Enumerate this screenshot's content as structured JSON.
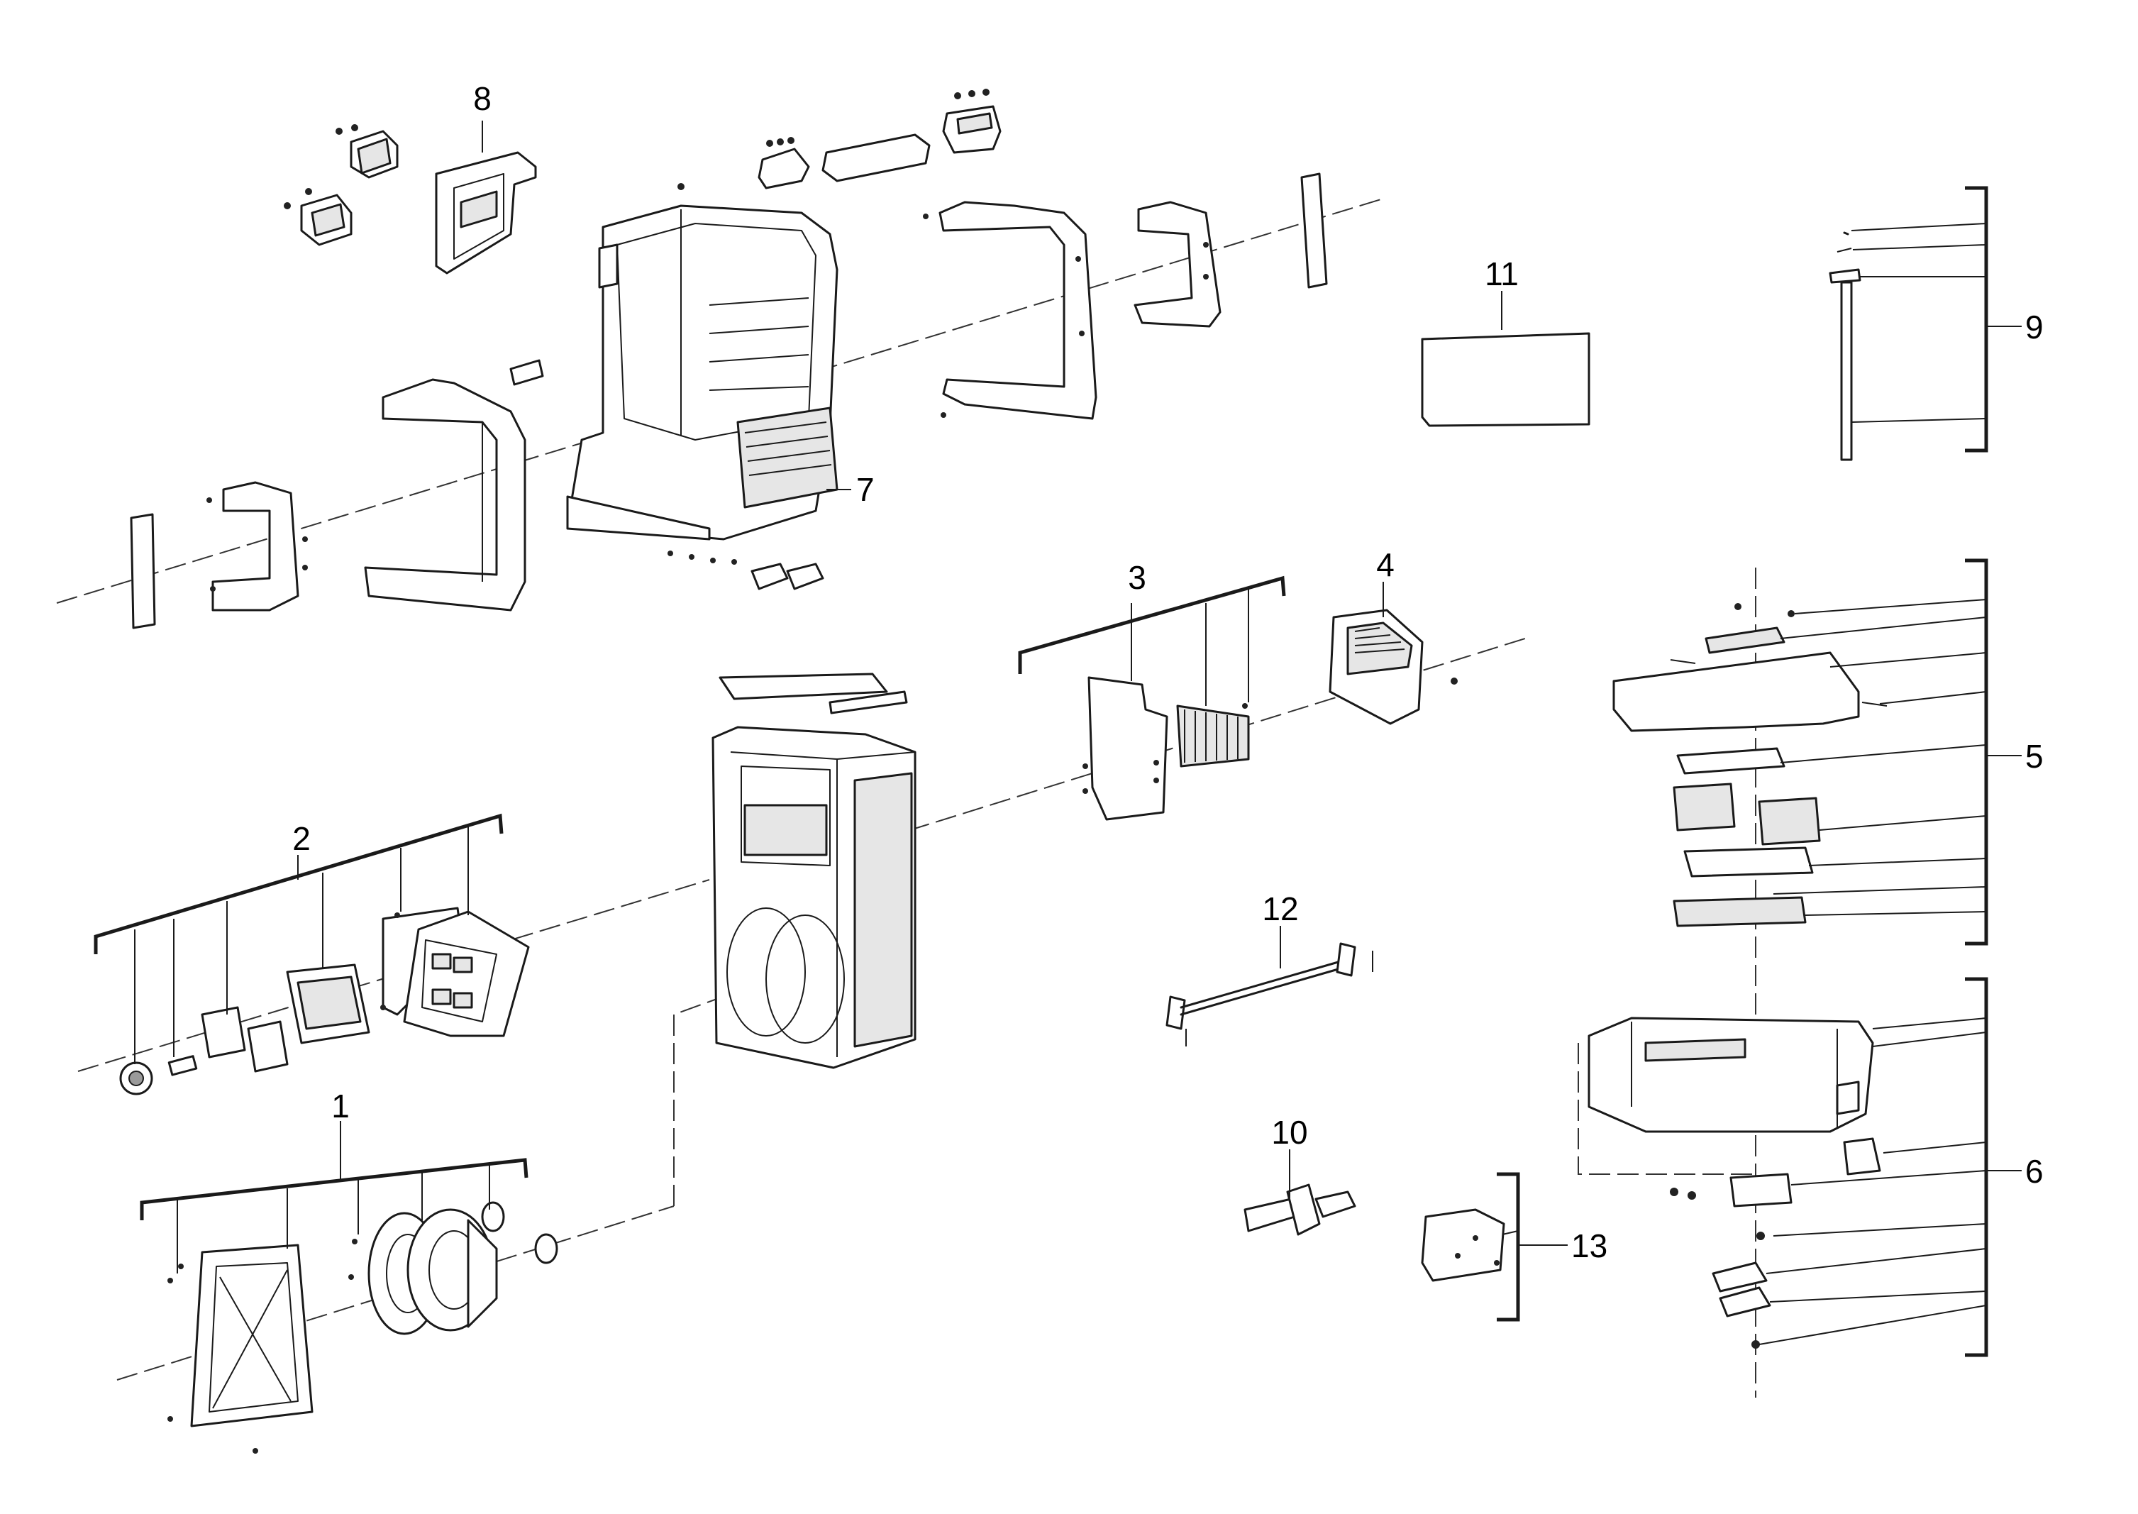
{
  "callouts": [
    {
      "id": "1",
      "label": "1"
    },
    {
      "id": "2",
      "label": "2"
    },
    {
      "id": "3",
      "label": "3"
    },
    {
      "id": "4",
      "label": "4"
    },
    {
      "id": "5",
      "label": "5"
    },
    {
      "id": "6",
      "label": "6"
    },
    {
      "id": "7",
      "label": "7"
    },
    {
      "id": "8",
      "label": "8"
    },
    {
      "id": "9",
      "label": "9"
    },
    {
      "id": "10",
      "label": "10"
    },
    {
      "id": "11",
      "label": "11"
    },
    {
      "id": "12",
      "label": "12"
    },
    {
      "id": "13",
      "label": "13"
    }
  ]
}
